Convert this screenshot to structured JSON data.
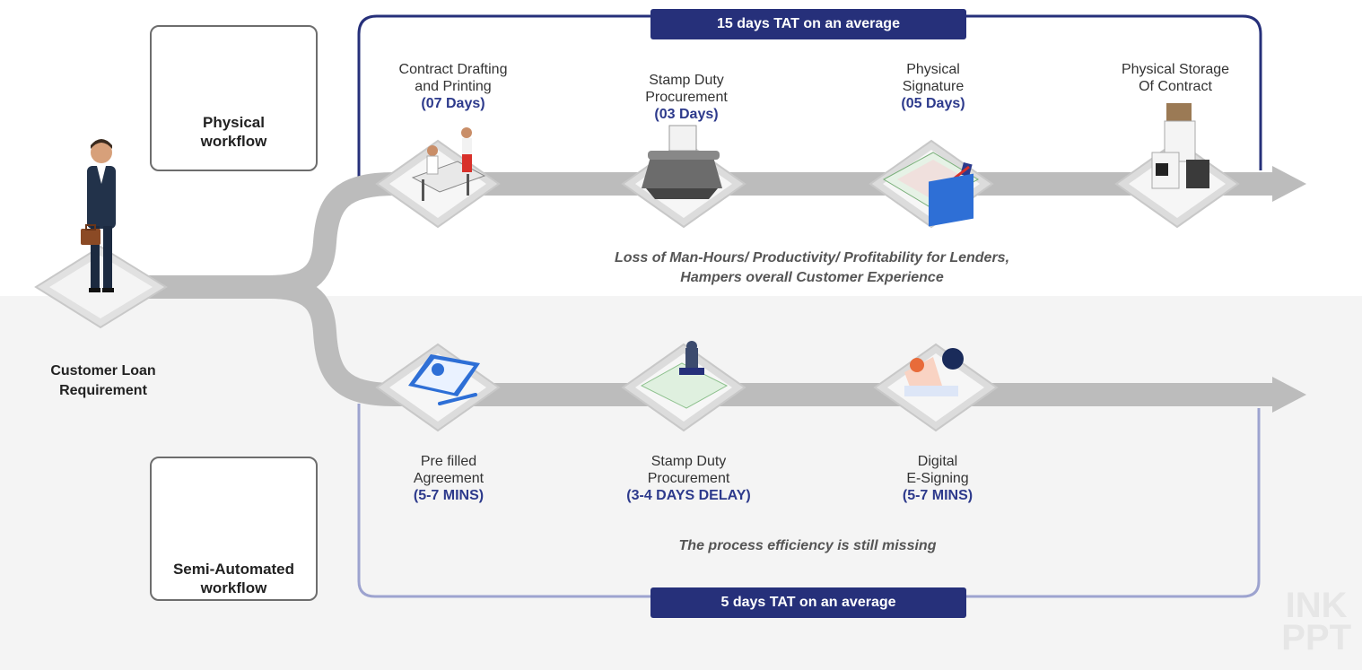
{
  "physical": {
    "label_line1": "Physical",
    "label_line2": "workflow",
    "tat": "15 days TAT on an average",
    "steps": [
      {
        "line1": "Contract Drafting",
        "line2": "and Printing",
        "duration": "(07 Days)"
      },
      {
        "line1": "Stamp Duty",
        "line2": "Procurement",
        "duration": "(03 Days)"
      },
      {
        "line1": "Physical",
        "line2": "Signature",
        "duration": "(05 Days)"
      },
      {
        "line1": "Physical Storage",
        "line2": "Of Contract",
        "duration": ""
      }
    ],
    "note_line1": "Loss of Man-Hours/ Productivity/ Profitability for Lenders,",
    "note_line2": "Hampers overall Customer Experience"
  },
  "semi": {
    "label_line1": "Semi-Automated",
    "label_line2": "workflow",
    "tat": "5 days TAT on an average",
    "steps": [
      {
        "line1": "Pre filled",
        "line2": "Agreement",
        "duration": "(5-7 MINS)"
      },
      {
        "line1": "Stamp Duty",
        "line2": "Procurement",
        "duration": "(3-4 DAYS DELAY)"
      },
      {
        "line1": "Digital",
        "line2": "E-Signing",
        "duration": "(5-7 MINS)"
      }
    ],
    "note": "The process efficiency is still missing"
  },
  "customer": {
    "label_line1": "Customer Loan",
    "label_line2": "Requirement"
  },
  "watermark_top": "INK",
  "watermark_bottom": "PPT",
  "colors": {
    "accent": "#26307a",
    "physical_border": "#26307a",
    "semi_border": "#9da3cf",
    "arrow": "#bdbdbd",
    "duration_text": "#2d3a8c"
  }
}
